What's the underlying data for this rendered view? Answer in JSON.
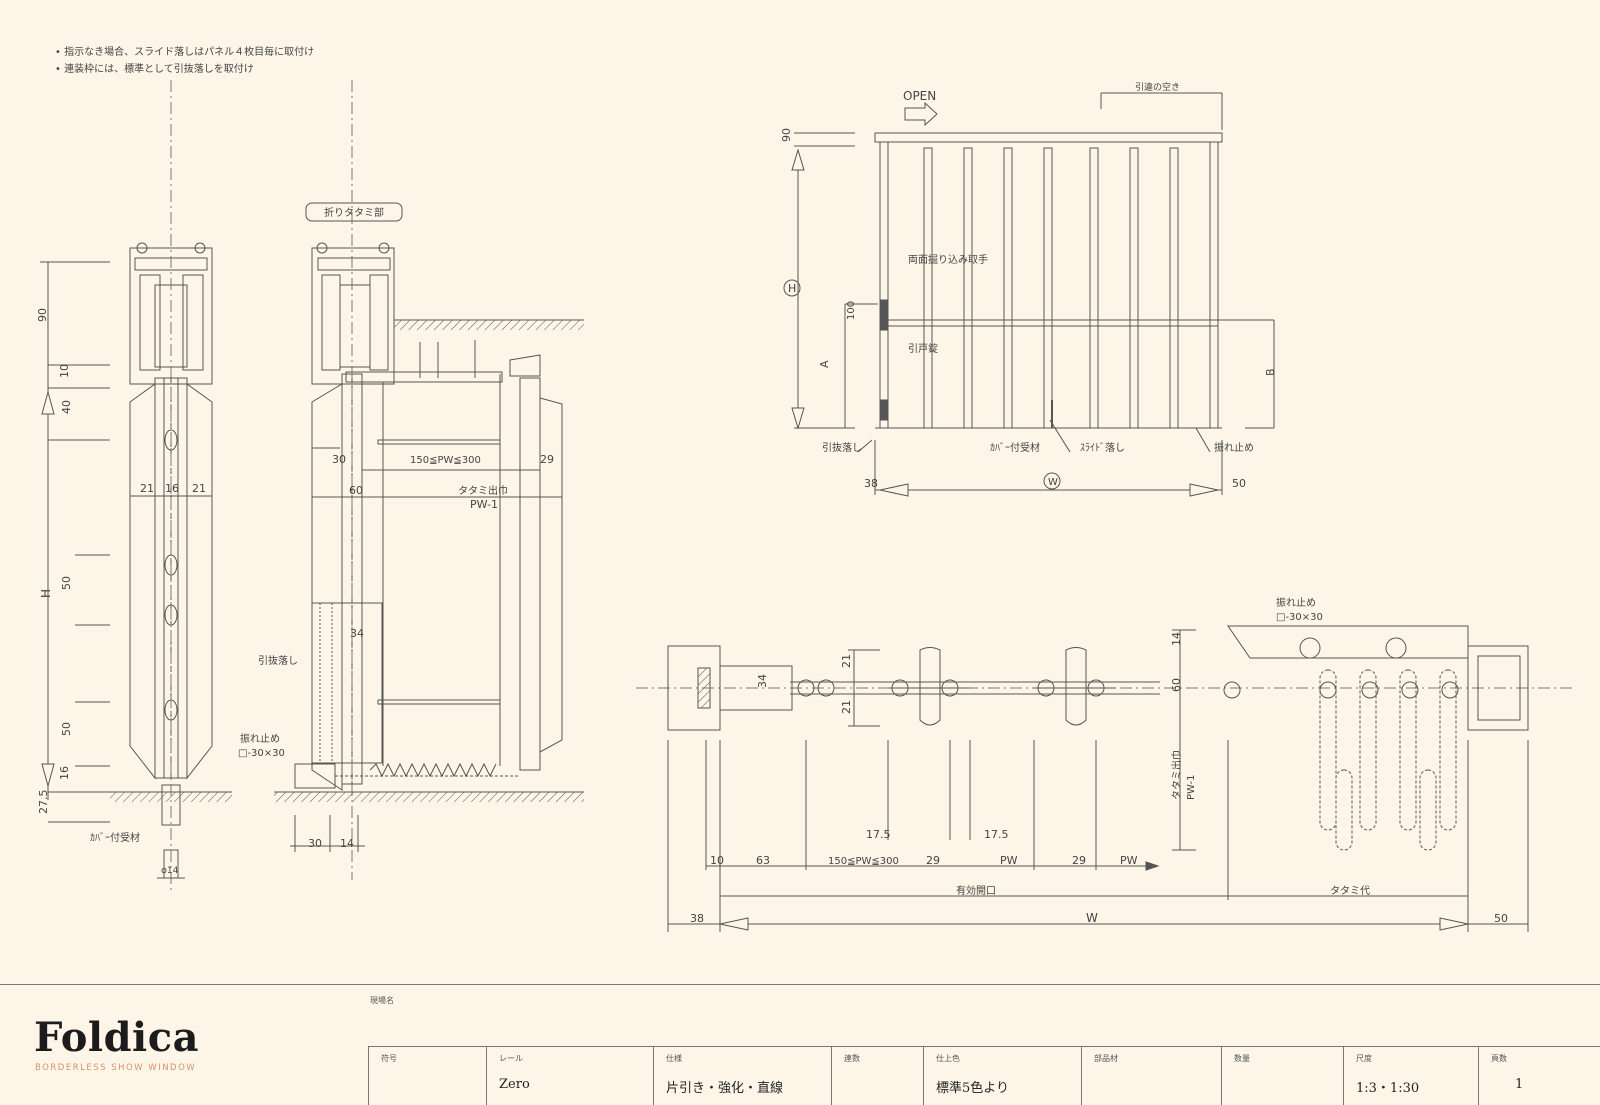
{
  "notes": [
    "• 指示なき場合、スライド落しはパネル４枚目毎に取付け",
    "• 連装枠には、標準として引抜落しを取付け"
  ],
  "labels": {
    "folding_section": "折りタタミ部",
    "open": "OPEN",
    "top_right_dim": "引違の空き",
    "recessed_handle": "両面掘り込み取手",
    "pull_handle": "引戸錠",
    "pull_bolt": "引抜落し",
    "cover_receiver": "ｶﾊﾞｰ付受材",
    "slide_bolt": "ｽﾗｲﾄﾞ落し",
    "swing_stop": "振れ止め",
    "swing_stop_top": "振れ止め",
    "swing_stop_size": "□-30×30",
    "swing_stop_size_top": "□-30×30",
    "dim_W": "W",
    "dim_H": "H",
    "dim_A": "A",
    "dim_B": "B",
    "pw_range": "150≦PW≦300",
    "pw_range_plan": "150≦PW≦300",
    "fold_width": "タタミ出巾",
    "fold_width_side": "タタミ出巾",
    "pw_minus": "PW-1",
    "pw_minus_side": "PW-1",
    "effective_opening": "有効開口",
    "fold_allowance": "タタミ代",
    "pw": "PW",
    "pw2": "PW",
    "n90": "90",
    "n10": "10",
    "n40": "40",
    "n50a": "50",
    "n50b": "50",
    "n16": "16",
    "n275": "27.5",
    "n21a": "21",
    "n16b": "16",
    "n21b": "21",
    "n30a": "30",
    "n60": "60",
    "n29a": "29",
    "n34": "34",
    "n30b": "30",
    "n14a": "14",
    "n38a": "38",
    "n50c": "50",
    "n100": "100",
    "n90b": "90",
    "n10b": "10",
    "n63": "63",
    "n175a": "17.5",
    "n175b": "17.5",
    "n29b": "29",
    "n29c": "29",
    "n38b": "38",
    "n50d": "50",
    "n14b": "14",
    "n60b": "60",
    "n21c": "21",
    "n21d": "21",
    "n34b": "34",
    "phi14": "φ14"
  },
  "title_block": {
    "brand": "Foldica",
    "tagline": "BORDERLESS SHOW WINDOW",
    "name_label": "現場名",
    "cells": [
      {
        "head": "符号",
        "value": ""
      },
      {
        "head": "レール",
        "value": "Zero"
      },
      {
        "head": "仕様",
        "value": "片引き・強化・直線"
      },
      {
        "head": "連数",
        "value": ""
      },
      {
        "head": "仕上色",
        "value": "標準5色より"
      },
      {
        "head": "部品材",
        "value": ""
      },
      {
        "head": "数量",
        "value": ""
      },
      {
        "head": "尺度",
        "value": "1:3・1:30"
      },
      {
        "head": "頁数",
        "value": "1"
      }
    ]
  },
  "colors": {
    "paper": "#fdf6e8",
    "line": "#555555",
    "accent": "#d4946a"
  }
}
